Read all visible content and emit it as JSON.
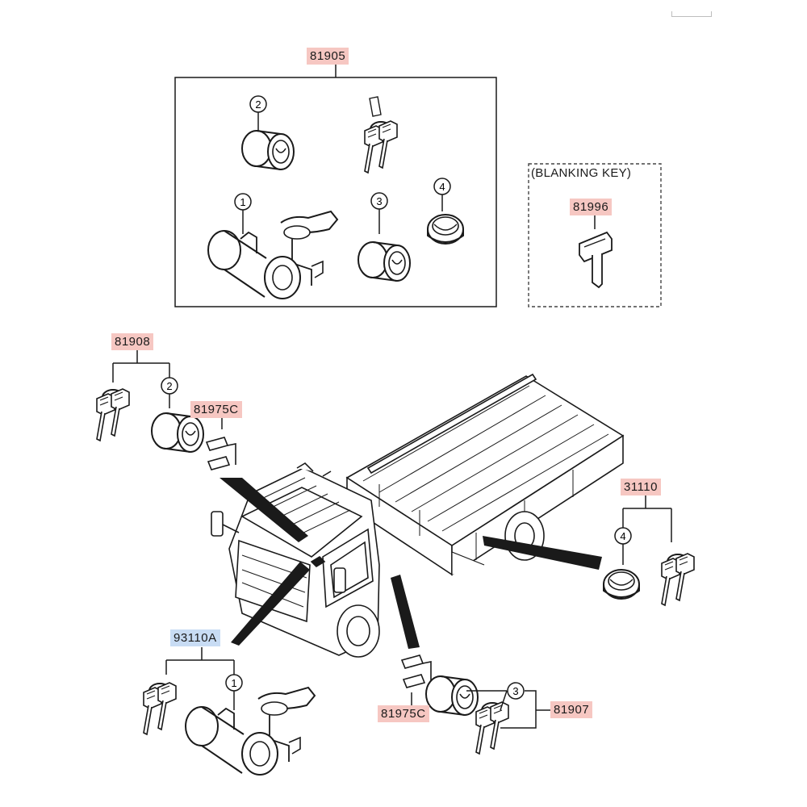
{
  "labels": {
    "top_assembly": "81905",
    "blanking_key": "81996",
    "door_lock_left_set": "81908",
    "clip_upper": "81975C",
    "fuel_cap_set": "31110",
    "ignition_set": "93110A",
    "clip_lower": "81975C",
    "door_lock_right_set": "81907"
  },
  "blanking_key_title": "(BLANKING KEY)",
  "callouts": {
    "top_1": "1",
    "top_2": "2",
    "top_3": "3",
    "top_4": "4",
    "left_2": "2",
    "right_4": "4",
    "bottom_1": "1",
    "bottom_3": "3"
  },
  "colors": {
    "red_label": "#f6c7c2",
    "blue_label": "#c8dcf4",
    "line": "#1a1a1a"
  }
}
